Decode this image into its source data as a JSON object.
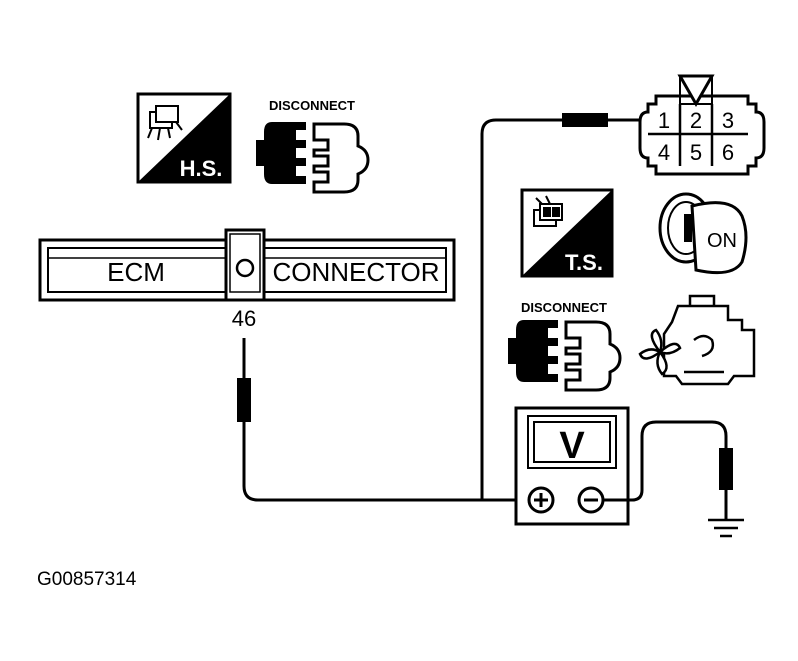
{
  "labels": {
    "disconnect_top": "DISCONNECT",
    "disconnect_mid": "DISCONNECT",
    "hs": "H.S.",
    "ts": "T.S.",
    "ecm": "ECM",
    "connector": "CONNECTOR",
    "pin": "46",
    "ignition": "ON",
    "meter": "V",
    "figure_id": "G00857314"
  },
  "connector_pins": [
    "1",
    "2",
    "3",
    "4",
    "5",
    "6"
  ],
  "colors": {
    "ink": "#000000",
    "paper": "#ffffff"
  }
}
